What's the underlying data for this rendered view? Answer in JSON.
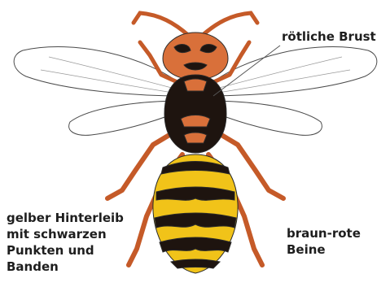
{
  "labels": {
    "thorax": "rötliche Brust",
    "abdomen_lines": [
      "gelber Hinterleib",
      "mit schwarzen",
      "Punkten und",
      "Banden"
    ],
    "legs_lines": [
      "braun-rote",
      "Beine"
    ]
  },
  "colors": {
    "body_orange": "#d9703a",
    "body_black": "#1e140f",
    "abdomen_yellow": "#f1c319",
    "wing_fill": "#ffffff",
    "outline": "#2a2a2a"
  }
}
